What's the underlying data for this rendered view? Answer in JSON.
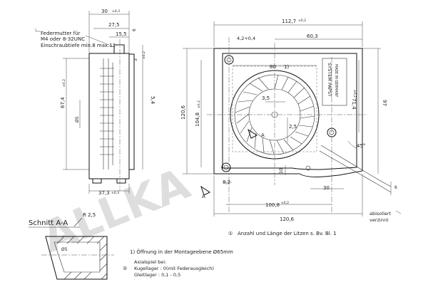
{
  "watermark": "ALLKA",
  "side_view": {
    "top_dims": [
      "30",
      "27,5",
      "15,5"
    ],
    "top_tol": [
      "±0,3",
      "±0,2"
    ],
    "right_dims": [
      "5,4",
      "6",
      "3"
    ],
    "left_dims": [
      "67,4",
      "Ø5"
    ],
    "left_tol": "±0,2",
    "bottom_dim": "37,3",
    "bottom_tol": "±0,3",
    "note": [
      "Federmutter für",
      "M4 oder 8-32UNC",
      "Einschraubtiefe min.8  max.11"
    ]
  },
  "front_view": {
    "top_dims": [
      "112,7",
      "60,3",
      "4,2+0,4"
    ],
    "top_tol": "±0,2",
    "left_dims": [
      "120,6",
      "104,8"
    ],
    "left_tol": "±0,2",
    "right_dims": [
      "71,4",
      "97"
    ],
    "right_tol": "±0,2",
    "inner_dims": [
      "80",
      "1)",
      "3,5",
      "2,5",
      "A",
      "A"
    ],
    "bottom_dims": [
      "8,2",
      "10",
      "30",
      "100,8",
      "120,6"
    ],
    "bottom_tol": "±0,2",
    "angle": "45°",
    "label_lines": [
      "SYSTEM PAPST",
      "MADE IN GERMANY"
    ],
    "cable_note": [
      "abisoliert",
      "verzinnt"
    ],
    "cable_dim": "6",
    "litzen_note": "Anzahl und Länge der Litzen s. Bv. Bl. 1",
    "litzen_marker": "①"
  },
  "section": {
    "title": "Schnitt  A-A",
    "radius": "R 2,5",
    "dim": "Ø5"
  },
  "notes": {
    "note1": "1)  Öffnung in der Montageebene Ø65mm",
    "axial_marker": "②",
    "axial_lines": [
      "Axialspiel bei:",
      "Kugellager : 0(mit Federausgleich)",
      "Gleitlager : 0,1 - 0,5"
    ]
  }
}
